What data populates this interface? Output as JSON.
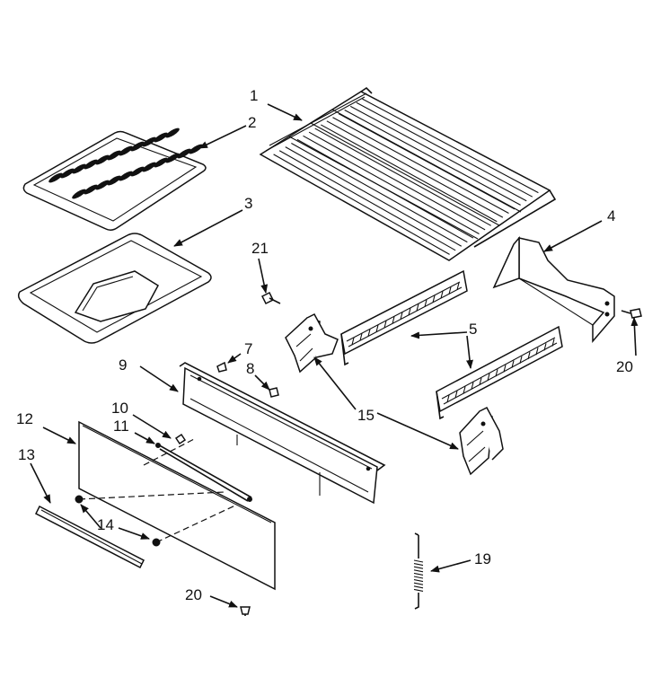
{
  "callouts": {
    "c1": "1",
    "c2": "2",
    "c3": "3",
    "c4": "4",
    "c5": "5",
    "c7": "7",
    "c8": "8",
    "c9": "9",
    "c10": "10",
    "c11": "11",
    "c12": "12",
    "c13": "13",
    "c14": "14",
    "c15": "15",
    "c19": "19",
    "c20a": "20",
    "c20b": "20",
    "c21": "21"
  }
}
